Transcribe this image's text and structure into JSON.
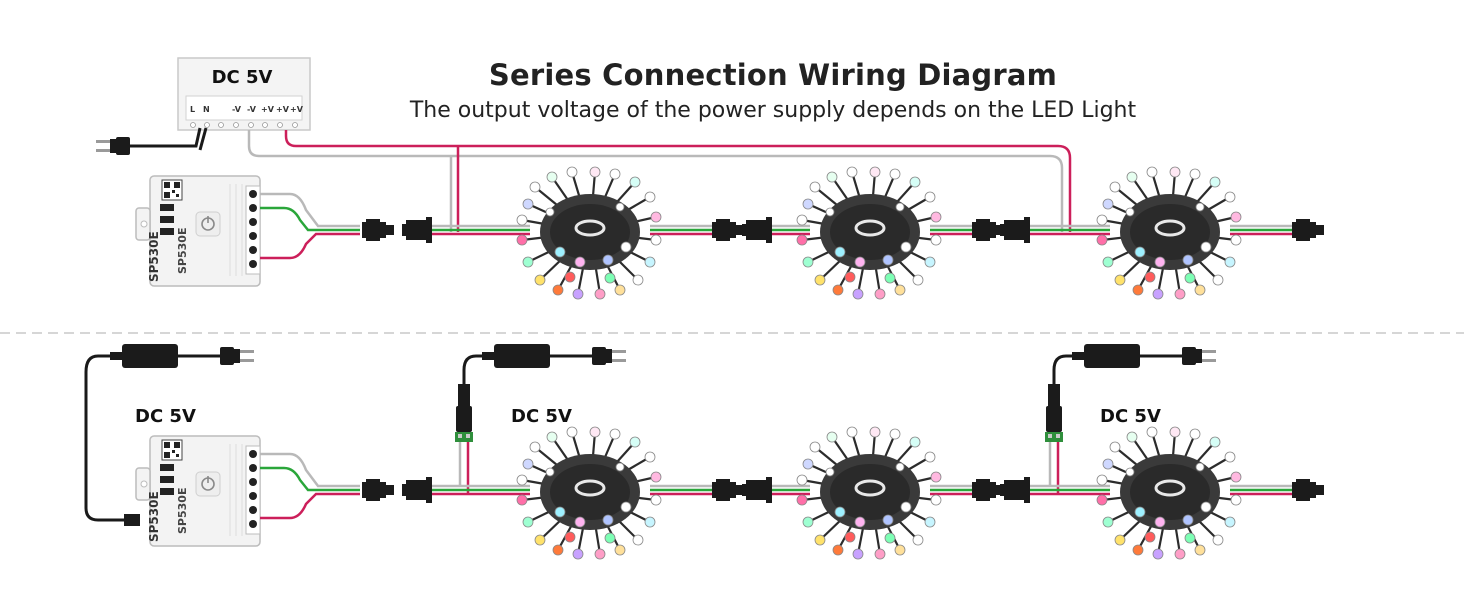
{
  "header": {
    "title": "Series Connection Wiring Diagram",
    "subtitle": "The output voltage of the power supply depends on the LED Light"
  },
  "power_supply": {
    "label": "DC 5V",
    "terminals": [
      "L",
      "N",
      "",
      "-V",
      "-V",
      "+V",
      "+V",
      "+V"
    ]
  },
  "adapters": {
    "label_1": "DC 5V",
    "label_2": "DC 5V",
    "label_3": "DC 5V"
  },
  "controller": {
    "model": "SP530E"
  },
  "colors": {
    "wire_red": "#cc1f5a",
    "wire_green": "#2aa63a",
    "wire_white": "#b9b9b9",
    "wire_black": "#1a1a1a",
    "divider": "#d6d6d6"
  },
  "icons": [
    "ac-plug-icon",
    "power-button-icon",
    "qr-code-icon",
    "led-bunch-icon",
    "connector-icon",
    "power-adapter-icon"
  ]
}
